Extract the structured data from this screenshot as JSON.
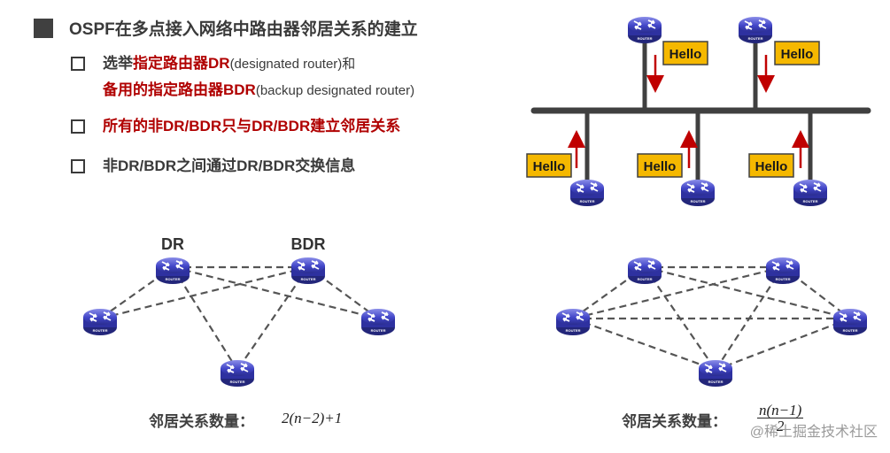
{
  "title": "OSPF在多点接入网络中路由器邻居关系的建立",
  "bullets": {
    "b1_line1_a": "选举",
    "b1_line1_b": "指定路由器DR",
    "b1_line1_c": "(designated router)和",
    "b1_line2_a": "备用的指定路由器BDR",
    "b1_line2_b": "(backup designated router)",
    "b2": "所有的非DR/BDR只与DR/BDR建立邻居关系",
    "b3": "非DR/BDR之间通过DR/BDR交换信息"
  },
  "hello_label": "Hello",
  "router_label": "ROUTER",
  "left_graph": {
    "dr_label": "DR",
    "bdr_label": "BDR",
    "caption": "邻居关系数量：",
    "formula": "2(n−2)+1"
  },
  "right_graph": {
    "caption": "邻居关系数量：",
    "formula_num": "n(n−1)",
    "formula_den": "2"
  },
  "watermark": "@稀土掘金技术社区",
  "colors": {
    "hello_bg": "#f5b800",
    "arrow": "#c00000",
    "router": "#3b3fbf",
    "bus": "#404040"
  }
}
